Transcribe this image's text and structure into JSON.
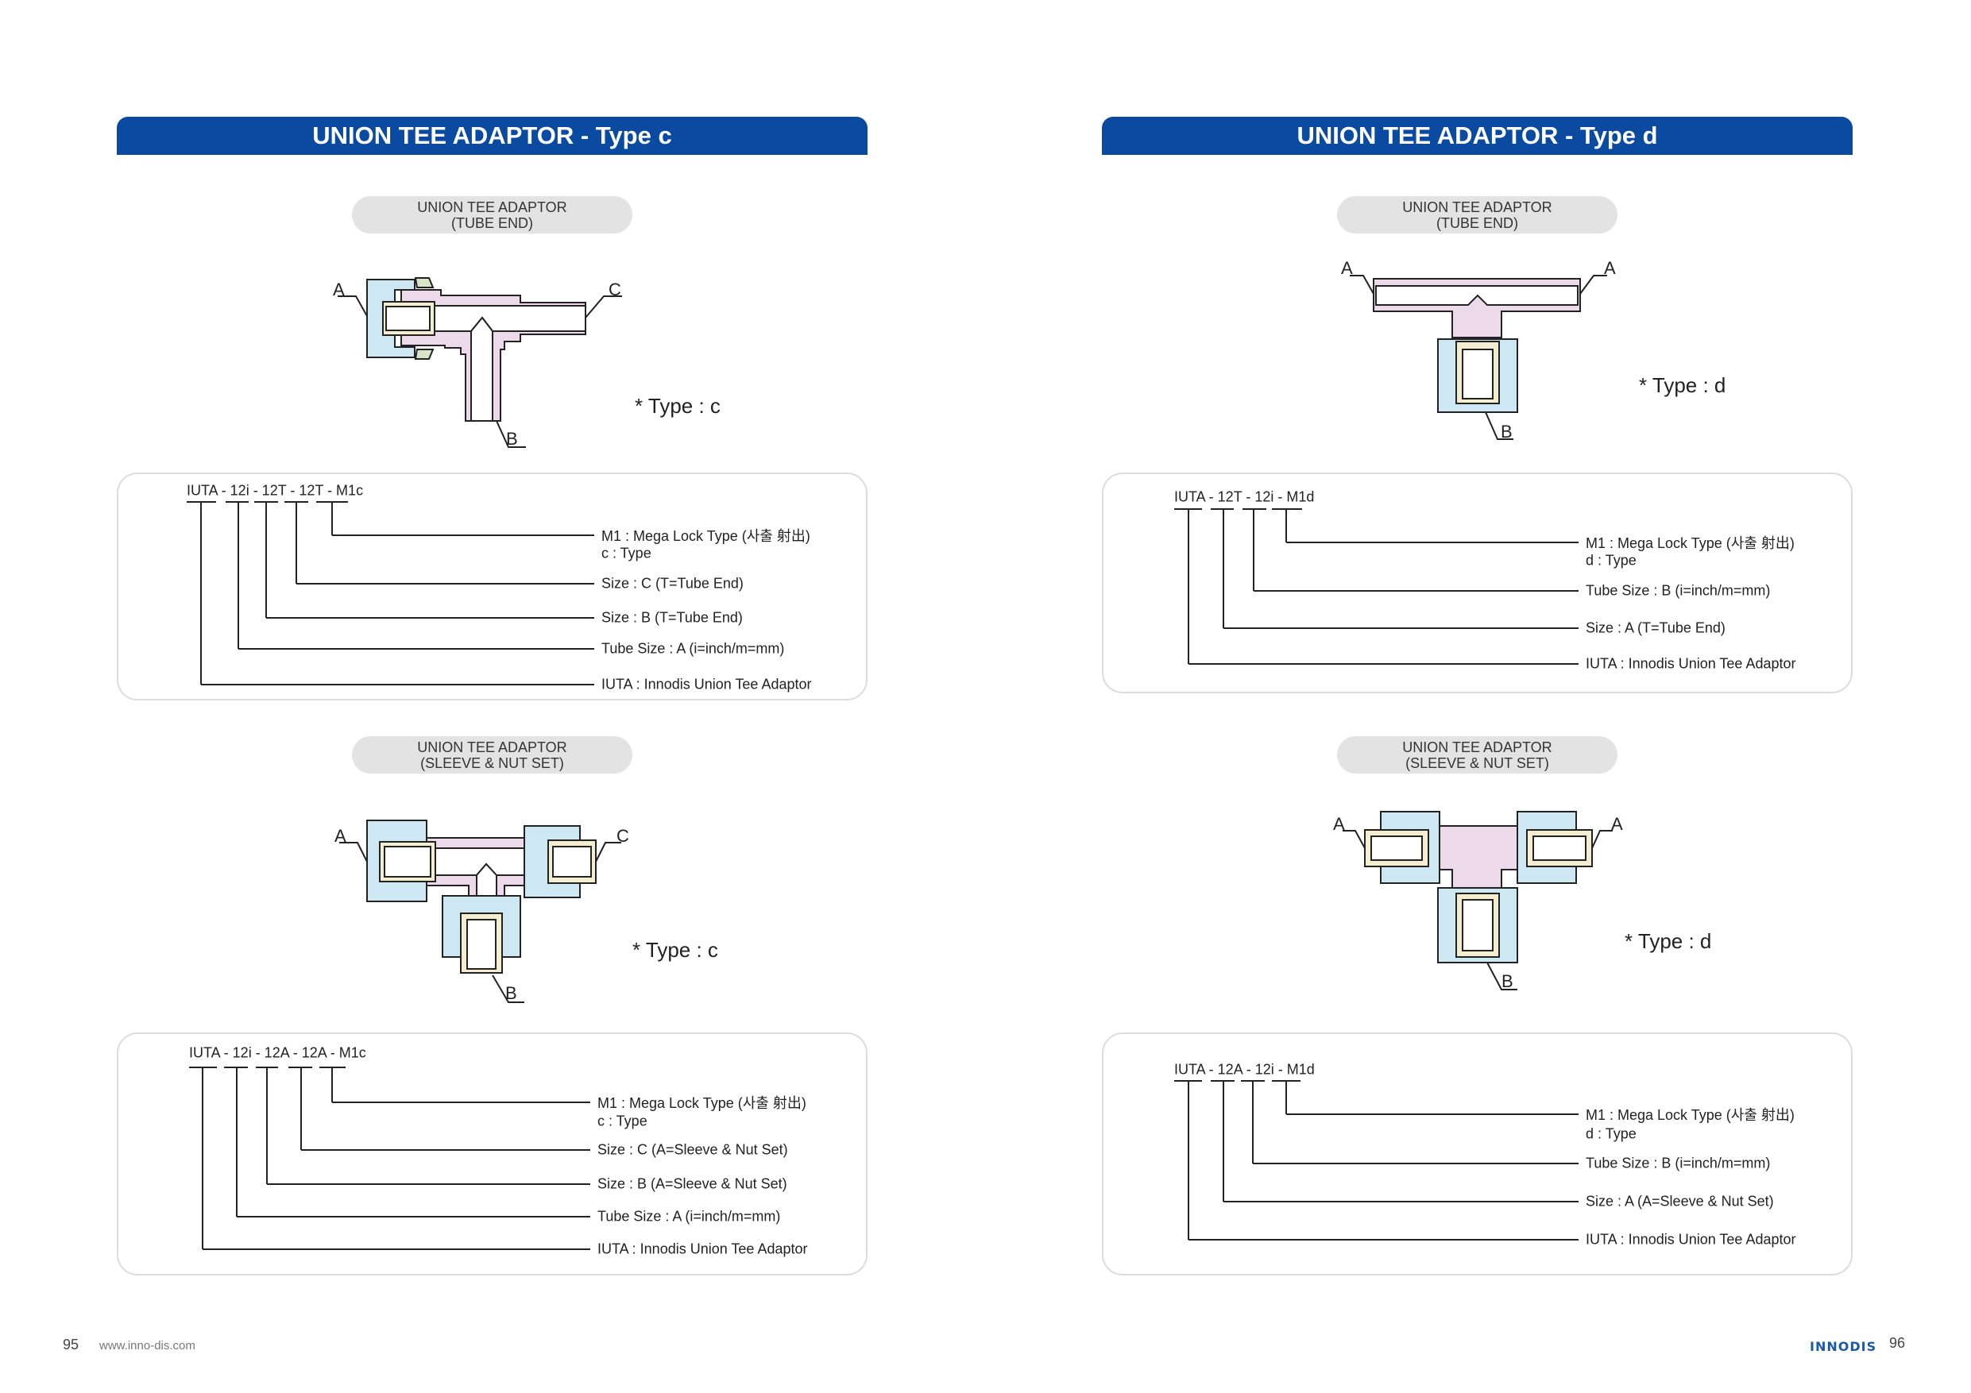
{
  "left": {
    "title": "UNION TEE ADAPTOR - Type c",
    "top": {
      "pill": [
        "UNION TEE ADAPTOR",
        "(TUBE END)"
      ],
      "labels": {
        "a": "A",
        "b": "B",
        "c": "C"
      },
      "type_note": "* Type : c",
      "code": "IUTA - 12i - 12T - 12T - M1c",
      "rows": [
        "M1 : Mega Lock Type (사출 射出)",
        "Size : C (T=Tube End)",
        "Size : B (T=Tube End)",
        "Tube Size : A (i=inch/m=mm)",
        "IUTA : Innodis Union Tee Adaptor"
      ],
      "type_line": "c : Type"
    },
    "bottom": {
      "pill": [
        "UNION TEE ADAPTOR",
        "(SLEEVE & NUT SET)"
      ],
      "labels": {
        "a": "A",
        "b": "B",
        "c": "C"
      },
      "type_note": "* Type : c",
      "code": "IUTA - 12i - 12A - 12A - M1c",
      "rows": [
        "M1 : Mega Lock Type (사출 射出)",
        "Size : C (A=Sleeve & Nut Set)",
        "Size : B (A=Sleeve & Nut Set)",
        "Tube Size : A (i=inch/m=mm)",
        "IUTA : Innodis Union Tee Adaptor"
      ],
      "type_line": "c : Type"
    }
  },
  "right": {
    "title": "UNION TEE ADAPTOR - Type d",
    "top": {
      "pill": [
        "UNION TEE ADAPTOR",
        "(TUBE END)"
      ],
      "labels": {
        "a": "A",
        "a2": "A",
        "b": "B"
      },
      "type_note": "* Type : d",
      "code": "IUTA - 12T - 12i - M1d",
      "rows": [
        "M1 : Mega Lock Type (사출 射出)",
        "Tube Size : B (i=inch/m=mm)",
        "Size : A (T=Tube End)",
        "IUTA : Innodis Union Tee Adaptor"
      ],
      "type_line": "d : Type"
    },
    "bottom": {
      "pill": [
        "UNION TEE ADAPTOR",
        "(SLEEVE & NUT SET)"
      ],
      "labels": {
        "a": "A",
        "a2": "A",
        "b": "B"
      },
      "type_note": "* Type : d",
      "code": "IUTA - 12A - 12i - M1d",
      "rows": [
        "M1 : Mega Lock Type (사출 射出)",
        "Tube Size : B (i=inch/m=mm)",
        "Size : A (A=Sleeve & Nut Set)",
        "IUTA : Innodis Union Tee Adaptor"
      ],
      "type_line": "d : Type"
    }
  },
  "footer": {
    "left_page": "95",
    "url": "www.inno-dis.com",
    "logo": "INNODIS",
    "right_page": "96"
  },
  "colors": {
    "header": "#0a4aa0",
    "nut": "#cde8f2",
    "body": "#ecd9ea",
    "sleeve": "#f5edd0",
    "seal": "#d8e5c8"
  }
}
